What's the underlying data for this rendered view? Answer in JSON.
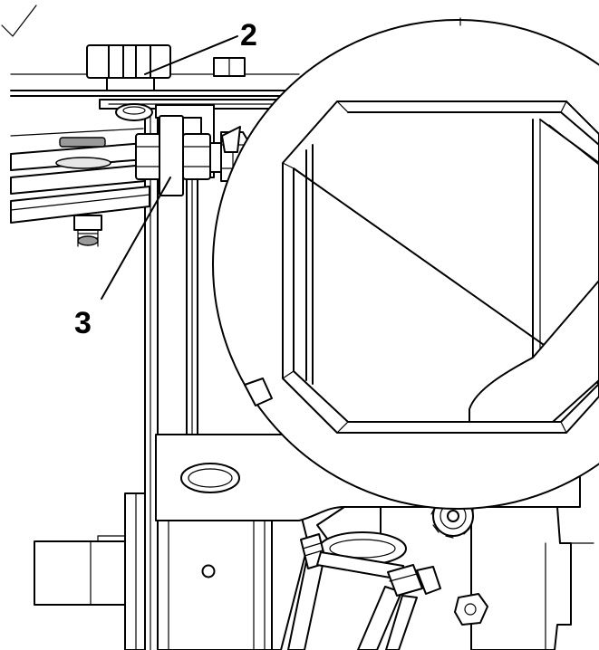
{
  "callouts": [
    {
      "id": "2",
      "label": "2"
    },
    {
      "id": "3",
      "label": "3"
    }
  ]
}
